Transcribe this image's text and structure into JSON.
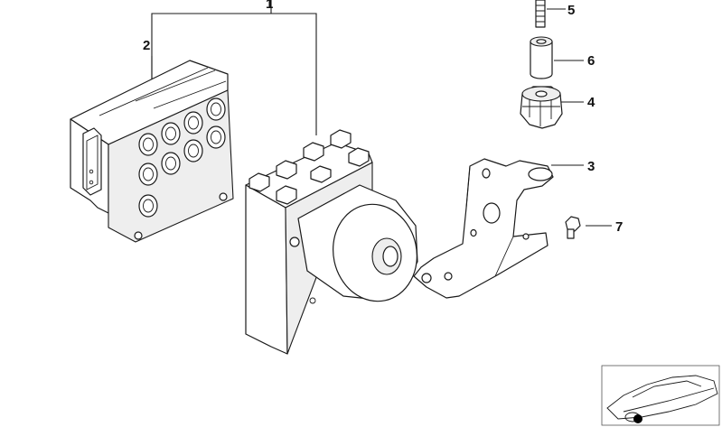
{
  "callouts": {
    "c1": "1",
    "c2": "2",
    "c3": "3",
    "c4": "4",
    "c5": "5",
    "c6": "6",
    "c7": "7"
  },
  "parts": [
    {
      "ref": "1",
      "name": "hydraulic-unit-assembly"
    },
    {
      "ref": "2",
      "name": "control-module"
    },
    {
      "ref": "3",
      "name": "bracket"
    },
    {
      "ref": "4",
      "name": "rubber-mount"
    },
    {
      "ref": "5",
      "name": "stud"
    },
    {
      "ref": "6",
      "name": "sleeve"
    },
    {
      "ref": "7",
      "name": "screw"
    }
  ],
  "thumbnail": {
    "icon": "car-location-icon",
    "marker_color": "#000000"
  }
}
